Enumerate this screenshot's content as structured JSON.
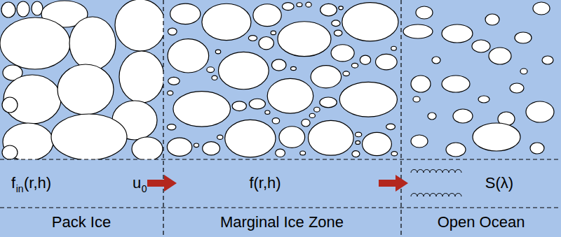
{
  "diagram": {
    "labels": [
      "f",
      "in",
      "(r,h)",
      "u",
      "0",
      "f(r,h)",
      "S(λ)",
      "Pack Ice",
      "Marginal Ice Zone",
      "Open Ocean"
    ]
  }
}
